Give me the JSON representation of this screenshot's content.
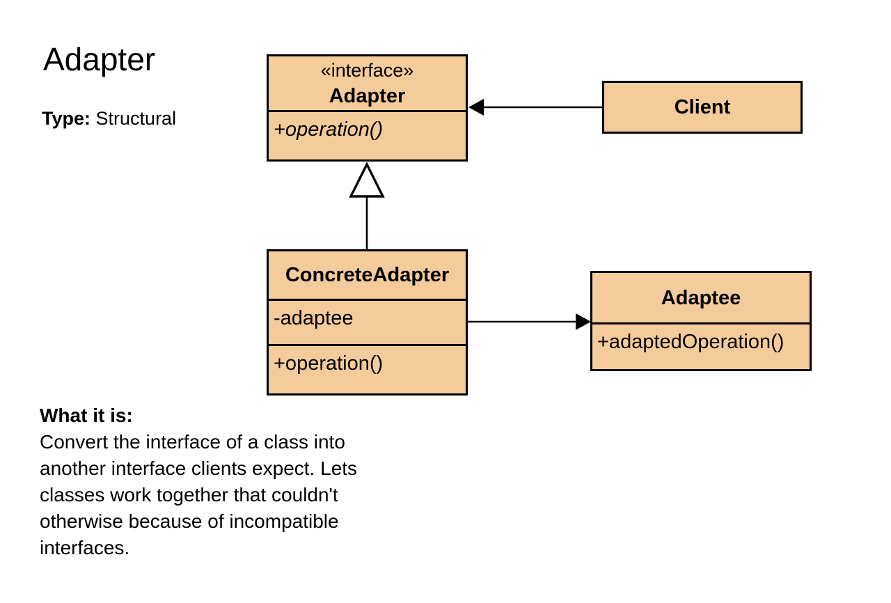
{
  "header": {
    "title": "Adapter",
    "type_label": "Type:",
    "type_value": "Structural"
  },
  "colors": {
    "box_fill": "#F4CB9B",
    "box_border": "#000000",
    "connector": "#000000",
    "background": "#FFFFFF",
    "text": "#000000"
  },
  "diagram": {
    "adapter_interface": {
      "stereotype": "«interface»",
      "name": "Adapter",
      "operations": [
        "+operation()"
      ]
    },
    "client": {
      "name": "Client"
    },
    "concrete_adapter": {
      "name": "ConcreteAdapter",
      "attributes": [
        "-adaptee"
      ],
      "operations": [
        "+operation()"
      ]
    },
    "adaptee": {
      "name": "Adaptee",
      "operations": [
        "+adaptedOperation()"
      ]
    },
    "relationships": [
      {
        "from": "Client",
        "to": "Adapter",
        "type": "directed-association"
      },
      {
        "from": "ConcreteAdapter",
        "to": "Adapter",
        "type": "realization"
      },
      {
        "from": "ConcreteAdapter",
        "to": "Adaptee",
        "type": "directed-association"
      }
    ]
  },
  "description": {
    "heading": "What it is:",
    "lines": [
      "Convert the interface of a class into",
      "another interface clients expect. Lets",
      "classes work together that couldn't",
      "otherwise because of incompatible",
      "interfaces."
    ]
  }
}
